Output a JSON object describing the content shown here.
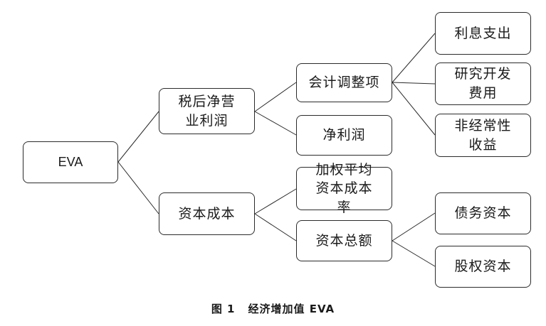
{
  "diagram": {
    "root": "EVA",
    "level1": {
      "nopat": "税后净营业利润",
      "capital_cost": "资本成本"
    },
    "level2": {
      "accounting_adjustments": "会计调整项",
      "net_profit": "净利润",
      "wacc": "加权平均资本成本率",
      "total_capital": "资本总额"
    },
    "level3": {
      "interest_expense": "利息支出",
      "rd_expense": "研究开发费用",
      "non_recurring": "非经常性收益",
      "debt_capital": "债务资本",
      "equity_capital": "股权资本"
    }
  },
  "caption": {
    "figure_number": "图 1",
    "title": "经济增加值 EVA"
  }
}
